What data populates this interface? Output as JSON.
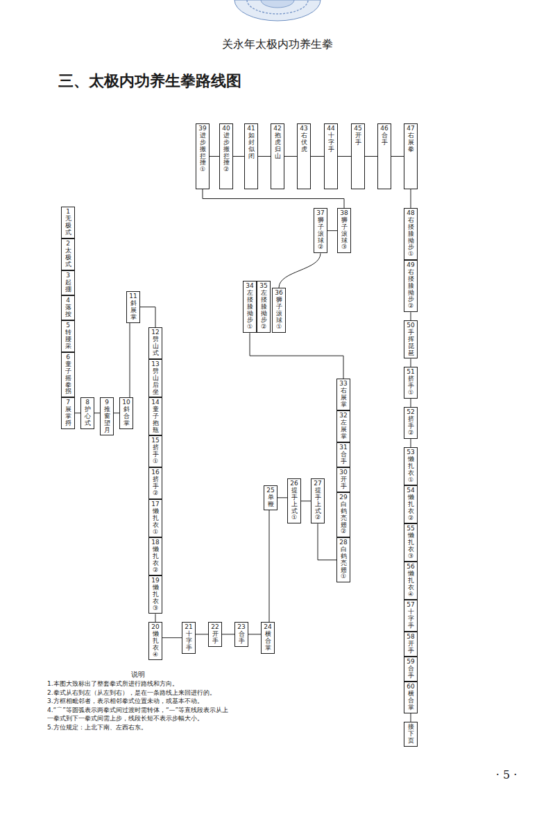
{
  "diagram": {
    "title": "三、太极内功养生拳路线图",
    "nodes": [
      {
        "text": [
          "1无极式"
        ]
      },
      {
        "text": [
          "2太极式"
        ]
      },
      {
        "text": [
          "3起掤"
        ]
      },
      {
        "text": [
          "4落按"
        ]
      },
      {
        "text": [
          "5转腰采"
        ]
      },
      {
        "text": [
          "6童子摇拳拐"
        ]
      },
      {
        "text": [
          "7展掌捋"
        ]
      },
      {
        "text": [
          "8护心式"
        ]
      },
      {
        "text": [
          "9推窗望月"
        ]
      },
      {
        "text": [
          "10斜合掌"
        ]
      },
      {
        "text": [
          "11斜展掌"
        ]
      },
      {
        "text": [
          "12劈山式"
        ]
      },
      {
        "text": [
          "13劈山后坐"
        ]
      },
      {
        "text": [
          "14童子抱瓶"
        ]
      },
      {
        "text": [
          "15挤手①"
        ]
      },
      {
        "text": [
          "16挤手②"
        ]
      },
      {
        "text": [
          "17懒扎衣①"
        ]
      },
      {
        "text": [
          "18懒扎衣②"
        ]
      },
      {
        "text": [
          "19懒扎衣③"
        ]
      },
      {
        "text": [
          "20懒扎衣④"
        ]
      },
      {
        "text": [
          "21十字手"
        ]
      },
      {
        "text": [
          "22开手"
        ]
      },
      {
        "text": [
          "23合手"
        ]
      },
      {
        "text": [
          "24横合掌"
        ]
      },
      {
        "text": [
          "25单鞭"
        ]
      },
      {
        "text": [
          "26提手上式①"
        ]
      },
      {
        "text": [
          "27提手上式②"
        ]
      },
      {
        "text": [
          "28白鹤亮翅①"
        ]
      },
      {
        "text": [
          "29白鹤亮翅②"
        ]
      },
      {
        "text": [
          "30开手"
        ]
      },
      {
        "text": [
          "31合手"
        ]
      },
      {
        "text": [
          "32左展掌"
        ]
      },
      {
        "text": [
          "33右展掌"
        ]
      },
      {
        "text": [
          "34左搂膝拗步①"
        ]
      },
      {
        "text": [
          "35左搂膝拗步②"
        ]
      },
      {
        "text": [
          "36狮子滚球①"
        ]
      },
      {
        "text": [
          "37狮子滚球②"
        ]
      },
      {
        "text": [
          "38狮子滚球③"
        ]
      },
      {
        "text": [
          "39进步搬拦捶①"
        ]
      },
      {
        "text": [
          "40进步搬拦捶②"
        ]
      },
      {
        "text": [
          "41如封似闭"
        ]
      },
      {
        "text": [
          "42抱虎归山"
        ]
      },
      {
        "text": [
          "43右伏虎"
        ]
      },
      {
        "text": [
          "44十字手"
        ]
      },
      {
        "text": [
          "45开手"
        ]
      },
      {
        "text": [
          "46合手"
        ]
      },
      {
        "text": [
          "47右展拳"
        ]
      },
      {
        "text": [
          "48右搂膝拗步①"
        ]
      },
      {
        "text": [
          "49右搂膝拗步②"
        ]
      },
      {
        "text": [
          "50手挥琵琶"
        ]
      },
      {
        "text": [
          "51挤手①"
        ]
      },
      {
        "text": [
          "52挤手②"
        ]
      },
      {
        "text": [
          "53懒扎衣①"
        ]
      },
      {
        "text": [
          "54懒扎衣②"
        ]
      },
      {
        "text": [
          "55懒扎衣③"
        ]
      },
      {
        "text": [
          "56懒扎衣④"
        ]
      },
      {
        "text": [
          "57十字手"
        ]
      },
      {
        "text": [
          "58开手"
        ]
      },
      {
        "text": [
          "59合手"
        ]
      },
      {
        "text": [
          "60横合掌"
        ]
      },
      {
        "text": [
          "接下页"
        ]
      }
    ],
    "edges": [
      {
        "from": 6,
        "to": 7,
        "arrow": "none"
      },
      {
        "from": 7,
        "to": 8,
        "arrow": "none"
      },
      {
        "from": 8,
        "to": 9,
        "arrow": "none"
      },
      {
        "from": 9,
        "to": 10,
        "arrow": "none"
      },
      {
        "from": 10,
        "to": 11,
        "arrow": "none"
      },
      {
        "from": 18,
        "to": 19,
        "arrow": "none"
      },
      {
        "from": 19,
        "to": 20,
        "arrow": "none"
      },
      {
        "from": 20,
        "to": 21,
        "arrow": "none"
      },
      {
        "from": 21,
        "to": 22,
        "arrow": "none"
      },
      {
        "from": 22,
        "to": 23,
        "arrow": "none"
      },
      {
        "from": 23,
        "to": 24,
        "arrow": "none"
      },
      {
        "from": 24,
        "to": 25,
        "arrow": "none"
      },
      {
        "from": 25,
        "to": 26,
        "arrow": "none"
      },
      {
        "from": 26,
        "to": 27,
        "arrow": "none"
      },
      {
        "from": 32,
        "to": 33,
        "arrow": "none"
      },
      {
        "from": 35,
        "to": 36,
        "arrow": "none"
      },
      {
        "from": 36,
        "to": 37,
        "arrow": "none"
      },
      {
        "from": 37,
        "to": 38,
        "arrow": "none"
      },
      {
        "from": 38,
        "to": 39,
        "arrow": "none"
      },
      {
        "from": 39,
        "to": 40,
        "arrow": "none"
      },
      {
        "from": 40,
        "to": 41,
        "arrow": "none"
      },
      {
        "from": 41,
        "to": 42,
        "arrow": "none"
      },
      {
        "from": 42,
        "to": 43,
        "arrow": "none"
      },
      {
        "from": 43,
        "to": 44,
        "arrow": "none"
      },
      {
        "from": 44,
        "to": 45,
        "arrow": "none"
      },
      {
        "from": 45,
        "to": 46,
        "arrow": "none"
      },
      {
        "from": 46,
        "to": 47,
        "arrow": "none"
      },
      {
        "from": 48,
        "to": 49,
        "arrow": "none"
      },
      {
        "from": 49,
        "to": 50,
        "arrow": "none"
      },
      {
        "from": 50,
        "to": 51,
        "arrow": "none"
      },
      {
        "from": 51,
        "to": 52,
        "arrow": "none"
      },
      {
        "from": 59,
        "to": 60,
        "arrow": "none"
      }
    ],
    "labels": [
      "关永年太极内功养生拳",
      "· 5 ·",
      "说明",
      "1.本图大致标出了整套拳式所进行路线和方向。",
      "2.拳式从右到左（从左到右），是在一条路线上来回进行的。",
      "3.方框相毗邻者，表示相邻拳式位置未动，或基本不动。",
      "4.“⌒”等圆弧表示两拳式间过渡时需转体，“—”等直线段表示从上一拳式到下一拳式间需上步，线段长短不表示步幅大小。",
      "5.方位规定：上北下南、左西右东。"
    ]
  }
}
